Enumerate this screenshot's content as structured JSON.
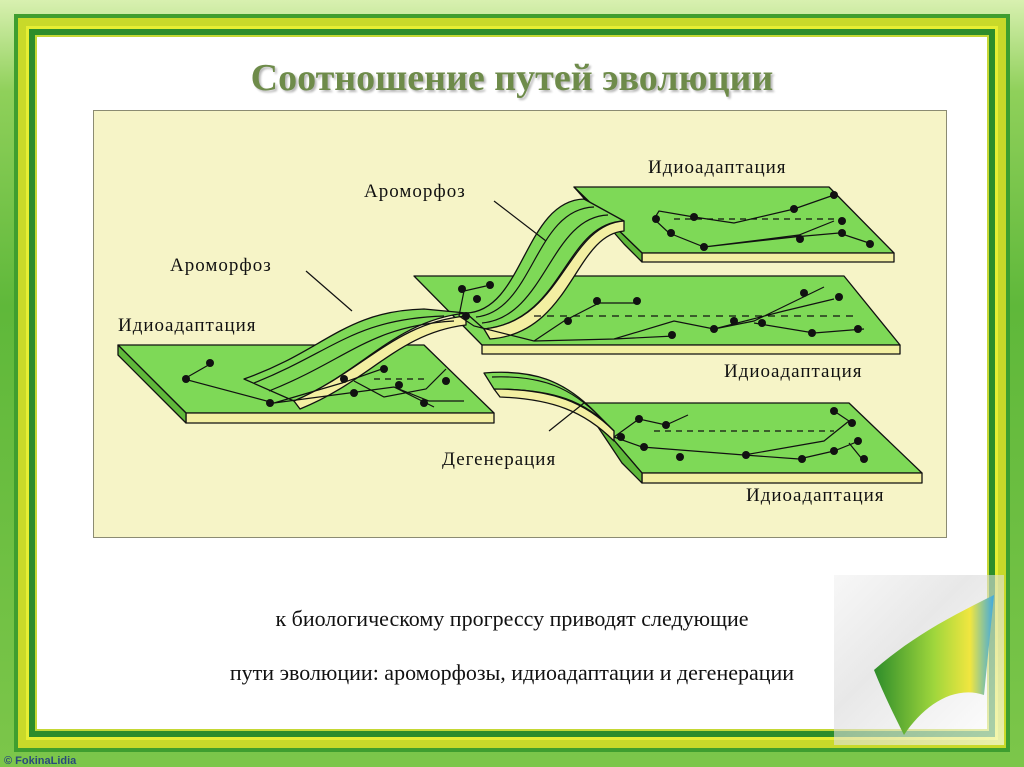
{
  "slide": {
    "title": "Соотношение путей эволюции",
    "caption_line1": "к биологическому прогрессу приводят следующие",
    "caption_line2": "пути эволюции: ароморфозы, идиоадаптации и дегенерации",
    "copyright": "© FokinaLidia"
  },
  "diagram": {
    "labels": {
      "idio_top": "Идиоадаптация",
      "aromorph_upper": "Ароморфоз",
      "aromorph_lower": "Ароморфоз",
      "idio_left": "Идиоадаптация",
      "idio_middle": "Идиоадаптация",
      "degeneration": "Дегенерация",
      "idio_bottom": "Идиоадаптация"
    },
    "colors": {
      "plate_green": "#7ed957",
      "plate_edge": "#f3efa2",
      "outline": "#111111"
    }
  }
}
